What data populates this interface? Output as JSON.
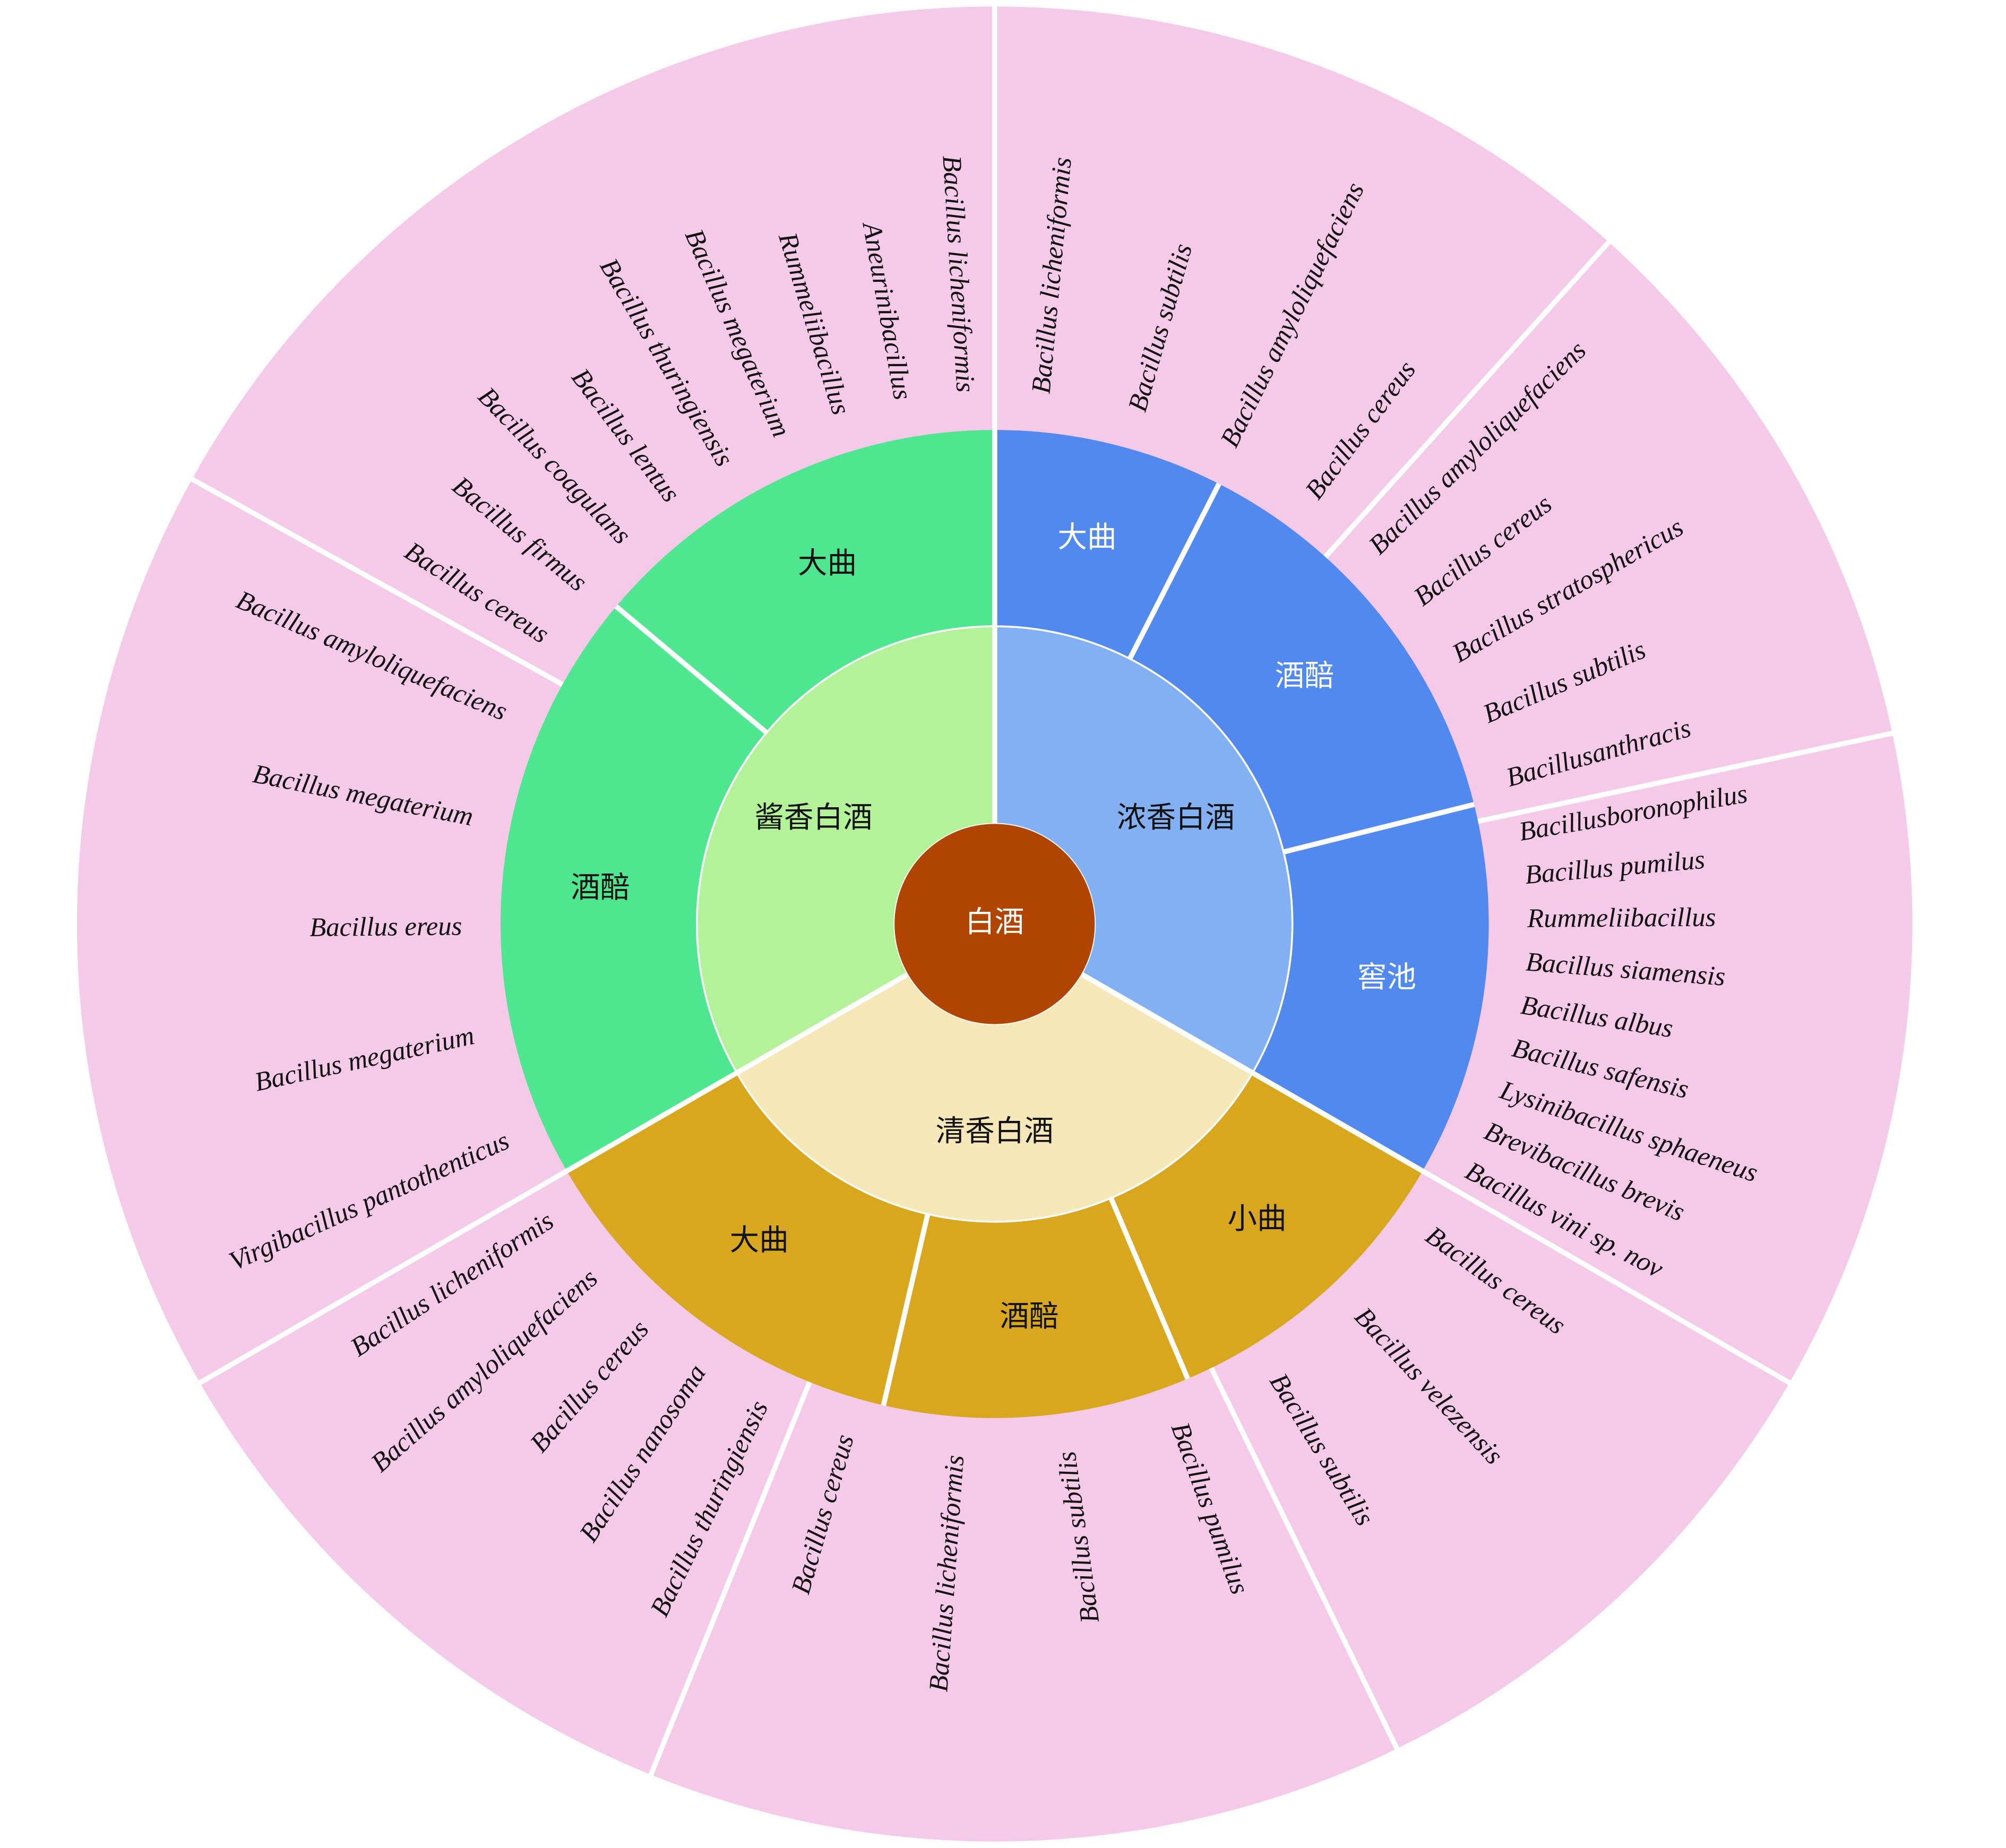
{
  "root": {
    "label": "白酒",
    "color": "#B04500"
  },
  "categories": [
    {
      "label": "浓香白酒",
      "color": "#82B0F2",
      "ring_color": "#5289EE",
      "stages": [
        {
          "label": "大曲",
          "species": [
            "Bacillus licheniformis",
            "Bacillus subtilis",
            "Bacillus amyloliquefaciens",
            "Bacillus cereus"
          ]
        },
        {
          "label": "酒醅",
          "species": [
            "Bacillus amyloliquefaciens",
            "Bacillus cereus",
            "Bacillus stratosphericus",
            "Bacillus subtilis",
            "Bacillusanthracis"
          ]
        },
        {
          "label": "窖池",
          "species": [
            "Bacillusboronophilus",
            "Bacillus pumilus",
            "Rummeliibacillus",
            "Bacillus siamensis",
            "Bacillus albus",
            "Bacillus safensis",
            "Lysinibacillus sphaeneus",
            "Brevibacillus brevis",
            "Bacillus vini sp. nov"
          ]
        }
      ]
    },
    {
      "label": "清香白酒",
      "color": "#F5E7B8",
      "ring_color": "#D9A71E",
      "stages": [
        {
          "label": "小曲",
          "species": [
            "Bacillus cereus",
            "Bacillus velezensis",
            "Bacillus subtilis"
          ]
        },
        {
          "label": "酒醅",
          "species": [
            "Bacillus pumilus",
            "Bacillus subtilis",
            "Bacillus licheniformis",
            "Bacillus cereus"
          ]
        },
        {
          "label": "大曲",
          "species": [
            "Bacillus thuringiensis",
            "Bacillus nanosoma",
            "Bacillus cereus",
            "Bacillus amyloliquefaciens",
            "Bacillus licheniformis"
          ]
        }
      ]
    },
    {
      "label": "酱香白酒",
      "color": "#B4F29A",
      "ring_color": "#4EE68F",
      "stages": [
        {
          "label": "酒醅",
          "species": [
            "Virgibacillus pantothenticus",
            "Bacillus megaterium",
            "Bacillus ereus",
            "Bacillus megaterium",
            "Bacillus amyloliquefaciens"
          ]
        },
        {
          "label": "大曲",
          "species": [
            "Bacillus cereus",
            "Bacillus firmus",
            "Bacillus coagulans",
            "Bacillus lentus",
            "Bacillus thuringiensis",
            "Bacillus megaterium",
            "Rummeliibacillus",
            "Aneurinibacillus",
            "Bacillus licheniformis"
          ]
        }
      ]
    }
  ],
  "outer_color": "#F5C9E8"
}
